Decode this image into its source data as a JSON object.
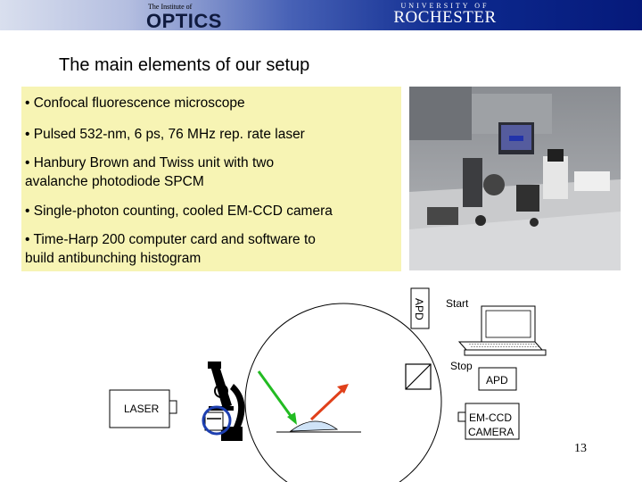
{
  "header": {
    "optics_logo_small": "The Institute of",
    "optics_logo_word": "OPTICS",
    "rochester_univ": "UNIVERSITY OF",
    "rochester_name": "ROCHESTER"
  },
  "slide": {
    "title": "The main elements of our setup",
    "bullets": [
      "• Confocal fluorescence microscope",
      "• Pulsed 532-nm, 6 ps, 76 MHz rep. rate laser",
      "•  Hanbury Brown and Twiss unit with two",
      "avalanche photodiode SPCM",
      "•  Single-photon counting, cooled EM-CCD camera",
      "•  Time-Harp 200 computer card and software to",
      "build antibunching histogram"
    ],
    "page_number": "13"
  },
  "diagram": {
    "apd_vertical": "APD",
    "start": "Start",
    "stop": "Stop",
    "apd": "APD",
    "laser": "LASER",
    "emccd_line1": "EM-CCD",
    "emccd_line2": "CAMERA"
  },
  "colors": {
    "text_box_bg": "#f7f4b4",
    "beam_green": "#22bb22",
    "beam_red": "#e0401a",
    "sample_blue": "#cfe3f7",
    "marker_blue": "#1d3fb0"
  }
}
